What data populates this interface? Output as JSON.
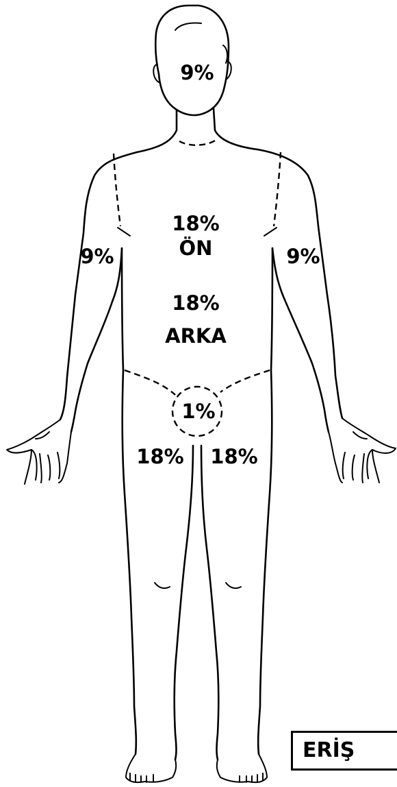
{
  "regions": {
    "head": "9%",
    "torso_front_value": "18%",
    "torso_front_label": "ÖN",
    "torso_back_value": "18%",
    "torso_back_label": "ARKA",
    "right_arm": "9%",
    "left_arm": "9%",
    "genital": "1%",
    "right_leg": "18%",
    "left_leg": "18%"
  },
  "badge": {
    "text": "ERİŞ"
  }
}
